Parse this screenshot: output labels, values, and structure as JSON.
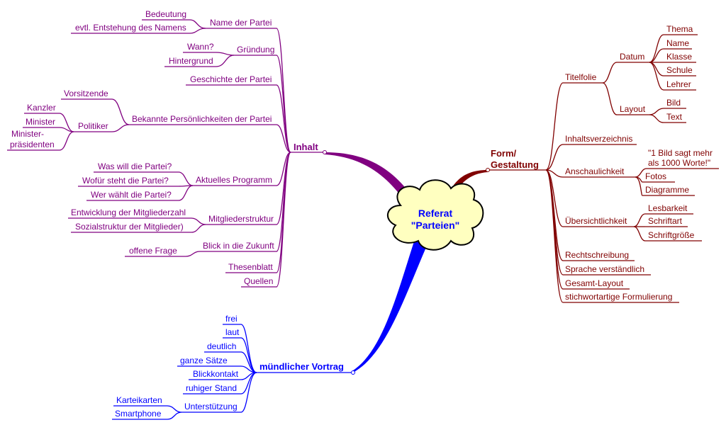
{
  "center": {
    "line1": "Referat",
    "line2": "\"Parteien\""
  },
  "colors": {
    "inhalt": "#800080",
    "form": "#800000",
    "vortrag": "#0000ff",
    "center_fill": "#ffffc0",
    "center_text": "#0000ff"
  },
  "inhalt": {
    "label": "Inhalt",
    "name_der_partei": {
      "label": "Name der Partei",
      "children": [
        "Bedeutung",
        "evtl. Entstehung des Namens"
      ]
    },
    "gruendung": {
      "label": "Gründung",
      "children": [
        "Wann?",
        "Hintergrund"
      ]
    },
    "geschichte": {
      "label": "Geschichte der Partei"
    },
    "persoenlichkeiten": {
      "label": "Bekannte Persönlichkeiten der Partei",
      "vorsitzende": "Vorsitzende",
      "politiker": {
        "label": "Politiker",
        "children": [
          "Kanzler",
          "Minister",
          "Minister-",
          "präsidenten"
        ]
      }
    },
    "programm": {
      "label": "Aktuelles Programm",
      "children": [
        "Was will die Partei?",
        "Wofür steht die Partei?",
        "Wer wählt die Partei?"
      ]
    },
    "mitglieder": {
      "label": "Mitgliederstruktur",
      "children": [
        "Entwicklung der Mitgliederzahl",
        "Sozialstruktur der Mitglieder)"
      ]
    },
    "zukunft": {
      "label": "Blick in die Zukunft",
      "children": [
        "offene Frage"
      ]
    },
    "thesenblatt": "Thesenblatt",
    "quellen": "Quellen"
  },
  "form": {
    "line1": "Form/",
    "line2": "Gestaltung",
    "titelfolie": {
      "label": "Titelfolie",
      "datum": {
        "label": "Datum",
        "children": [
          "Thema",
          "Name",
          "Klasse",
          "Schule",
          "Lehrer"
        ]
      },
      "layout": {
        "label": "Layout",
        "children": [
          "Bild",
          "Text"
        ]
      }
    },
    "inhaltsverzeichnis": "Inhaltsverzeichnis",
    "anschaulichkeit": {
      "label": "Anschaulichkeit",
      "quote1": "\"1 Bild sagt mehr",
      "quote2": "als 1000 Worte!\"",
      "children": [
        "Fotos",
        "Diagramme"
      ]
    },
    "uebersichtlichkeit": {
      "label": "Übersichtlichkeit",
      "children": [
        "Lesbarkeit",
        "Schriftart",
        "Schriftgröße"
      ]
    },
    "others": [
      "Rechtschreibung",
      "Sprache verständlich",
      "Gesamt-Layout",
      "stichwortartige Formulierung"
    ]
  },
  "vortrag": {
    "label": "mündlicher Vortrag",
    "children": [
      "frei",
      "laut",
      "deutlich",
      "ganze Sätze",
      "Blickkontakt",
      "ruhiger Stand"
    ],
    "unterstuetzung": {
      "label": "Unterstützung",
      "children": [
        "Karteikarten",
        "Smartphone"
      ]
    }
  }
}
